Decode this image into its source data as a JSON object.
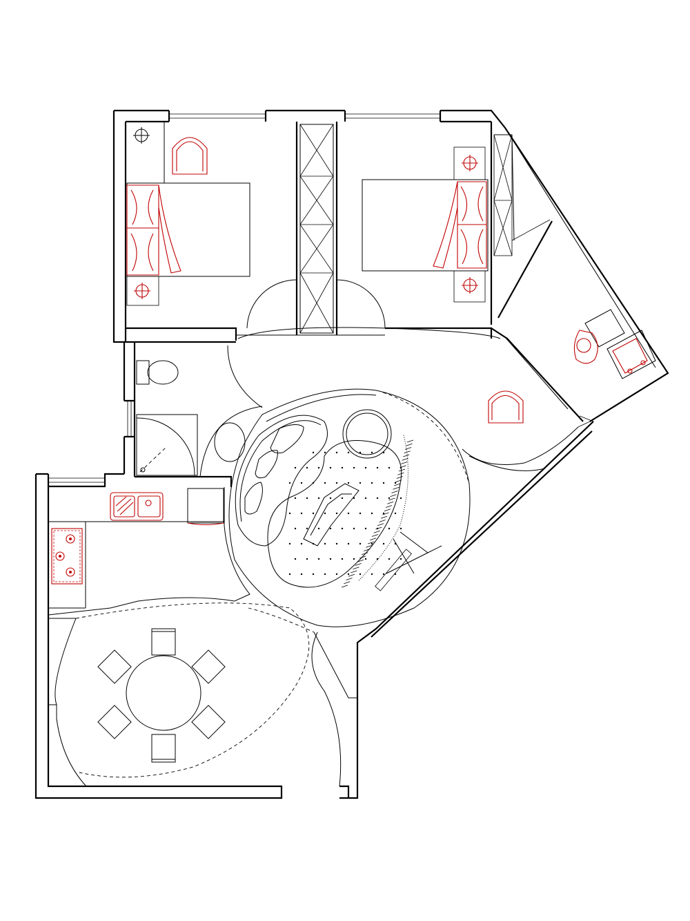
{
  "drawing": {
    "colors": {
      "background": "#ffffff",
      "line": "#000000",
      "fixture_accent": "#c00000"
    },
    "rooms": [
      "bedroom-1",
      "bedroom-2",
      "closet-corridor",
      "utility-balcony",
      "bathroom",
      "kitchen",
      "living-room",
      "dining-room"
    ],
    "icons": [
      "bed-icon",
      "nightstand-lamp-icon",
      "armchair-icon",
      "wardrobe-icon",
      "toilet-icon",
      "washbasin-icon",
      "shower-icon",
      "sink-icon",
      "stove-icon",
      "fridge-icon",
      "sofa-icon",
      "rug-icon",
      "dining-table-icon",
      "chair-icon",
      "washing-machine-icon"
    ]
  }
}
